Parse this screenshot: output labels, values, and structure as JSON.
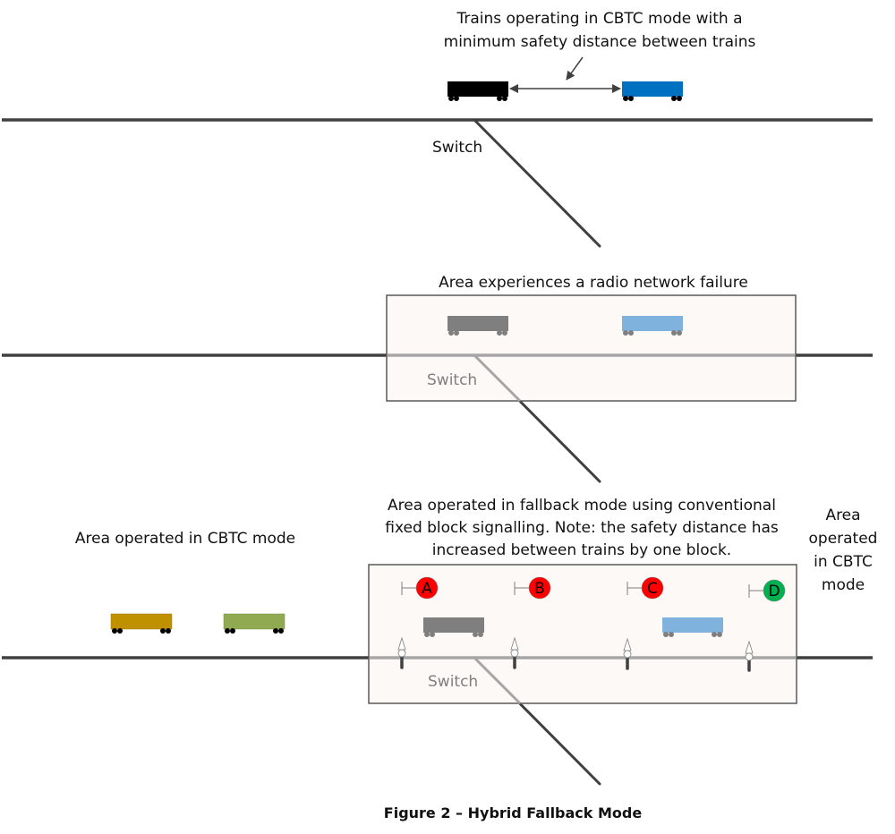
{
  "figure": {
    "caption": "Figure 2 – Hybrid Fallback Mode"
  },
  "panel1": {
    "annotation_line1": "Trains operating in CBTC mode with a",
    "annotation_line2": "minimum safety distance between trains",
    "switch_label": "Switch",
    "trains": [
      {
        "name": "black-train",
        "color": "#000000"
      },
      {
        "name": "blue-train",
        "color": "#0070c0"
      }
    ]
  },
  "panel2": {
    "annotation": "Area experiences a radio network failure",
    "switch_label": "Switch",
    "trains": [
      {
        "name": "grey-train",
        "color": "#7f7f7f"
      },
      {
        "name": "light-blue-train",
        "color": "#7fb2dc"
      }
    ]
  },
  "panel3": {
    "left_annotation": "Area operated in CBTC mode",
    "center_annotation_line1": "Area operated in fallback mode using conventional",
    "center_annotation_line2": "fixed block signalling. Note: the safety distance has",
    "center_annotation_line3": "increased between trains by one block.",
    "right_annotation_lines": [
      "Area",
      "operated",
      "in CBTC",
      "mode"
    ],
    "switch_label": "Switch",
    "signals": [
      {
        "letter": "A",
        "aspect": "red",
        "color": "#ff0000"
      },
      {
        "letter": "B",
        "aspect": "red",
        "color": "#ff0000"
      },
      {
        "letter": "C",
        "aspect": "red",
        "color": "#ff0000"
      },
      {
        "letter": "D",
        "aspect": "green",
        "color": "#00b050"
      }
    ],
    "trains": [
      {
        "name": "gold-train",
        "color": "#bf9000"
      },
      {
        "name": "olive-train",
        "color": "#8faa51"
      },
      {
        "name": "grey-train",
        "color": "#7f7f7f"
      },
      {
        "name": "light-blue-train",
        "color": "#7fb2dc"
      }
    ]
  },
  "colors": {
    "track": "#404040",
    "track_degraded": "#a6a6a6",
    "area_fill": "#fdf9f6",
    "area_border": "#595959"
  }
}
